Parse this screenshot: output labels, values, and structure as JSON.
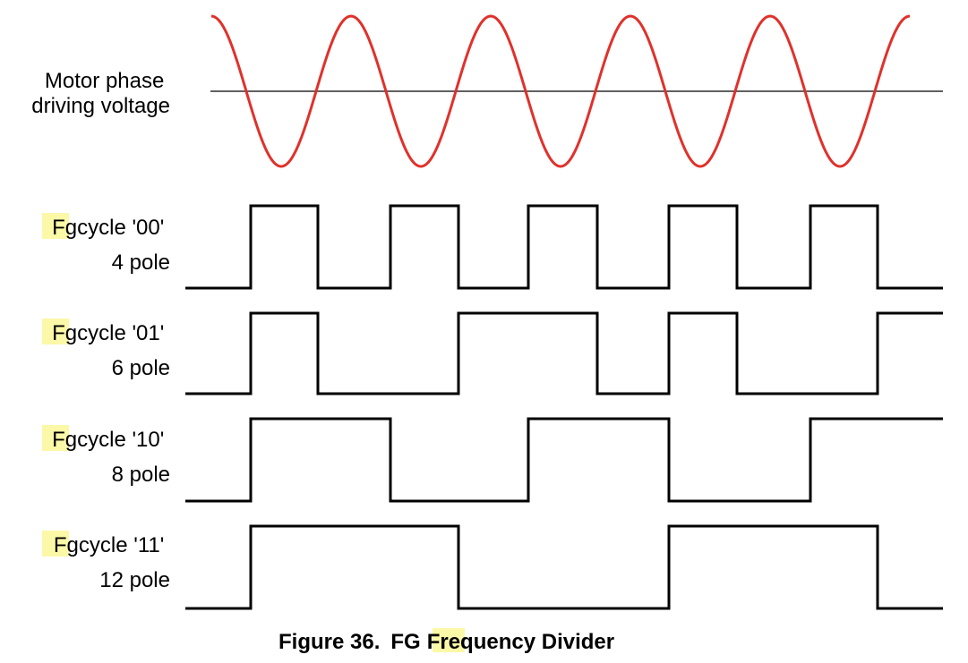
{
  "sine_label": [
    "Motor phase",
    "driving voltage"
  ],
  "highlight_color": "#fbf8a7",
  "sine_color": "#e0312b",
  "line_color": "#000000",
  "sine": {
    "cycles": 5,
    "start_phase": "crest-descending"
  },
  "signals": [
    {
      "name": "fgcycle-00",
      "prefix": "Fg",
      "line1": "cycle '00'",
      "line2": "4 pole",
      "levels": [
        0,
        1,
        0,
        1,
        0,
        1,
        0,
        1,
        0,
        1,
        0
      ]
    },
    {
      "name": "fgcycle-01",
      "prefix": "Fg",
      "line1": "cycle '01'",
      "line2": "6 pole",
      "levels": [
        0,
        1,
        0,
        0,
        1,
        1,
        0,
        1,
        0,
        0,
        1
      ]
    },
    {
      "name": "fgcycle-10",
      "prefix": "Fg",
      "line1": "cycle '10'",
      "line2": "8 pole",
      "levels": [
        0,
        1,
        1,
        0,
        0,
        1,
        1,
        0,
        0,
        1,
        1
      ]
    },
    {
      "name": "fgcycle-11",
      "prefix": "Fg",
      "line1": "cycle '11'",
      "line2": "12 pole",
      "levels": [
        0,
        1,
        1,
        1,
        0,
        0,
        0,
        1,
        1,
        1,
        0
      ]
    }
  ],
  "caption": {
    "prefix": "Figure 36.",
    "highlight": "FG",
    "suffix": "Frequency Divider"
  }
}
